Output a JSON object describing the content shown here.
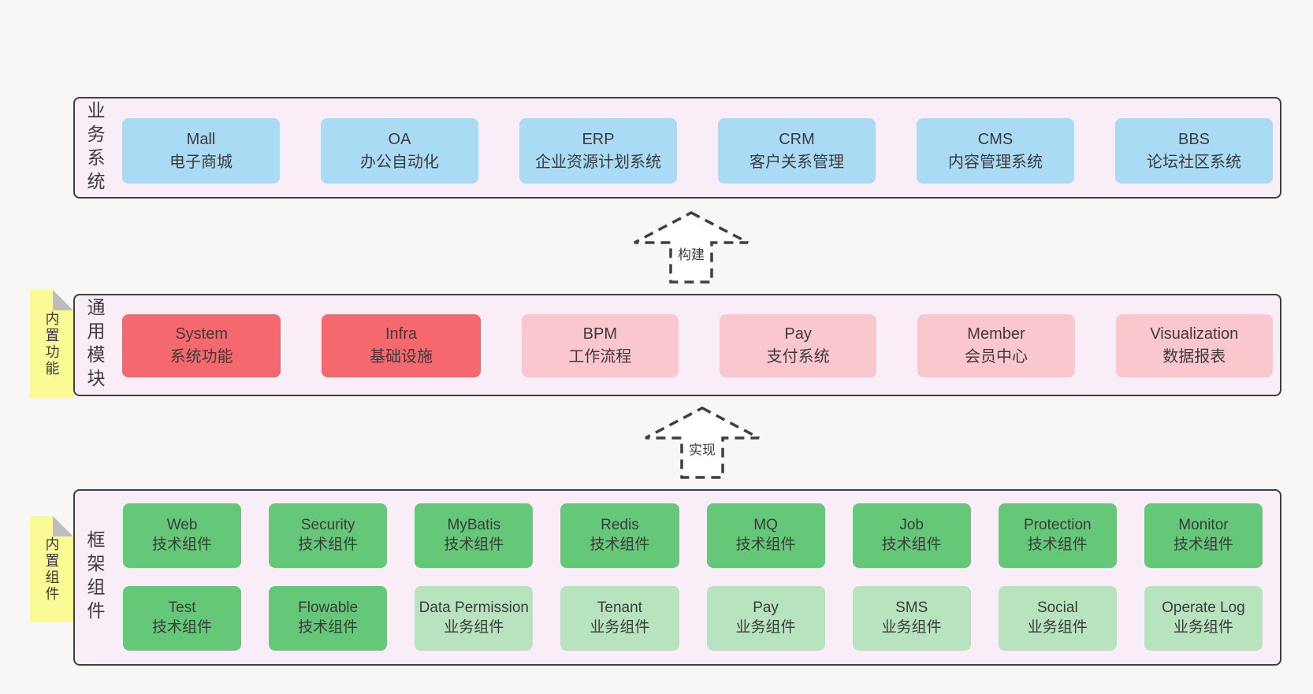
{
  "diagram": {
    "layers": [
      {
        "label": "业务系统",
        "boxes": [
          {
            "title": "Mall",
            "subtitle": "电子商城",
            "color": "blue"
          },
          {
            "title": "OA",
            "subtitle": "办公自动化",
            "color": "blue"
          },
          {
            "title": "ERP",
            "subtitle": "企业资源计划系统",
            "color": "blue"
          },
          {
            "title": "CRM",
            "subtitle": "客户关系管理",
            "color": "blue"
          },
          {
            "title": "CMS",
            "subtitle": "内容管理系统",
            "color": "blue"
          },
          {
            "title": "BBS",
            "subtitle": "论坛社区系统",
            "color": "blue"
          }
        ]
      },
      {
        "label": "通用模块",
        "note": "内置功能",
        "boxes": [
          {
            "title": "System",
            "subtitle": "系统功能",
            "color": "red"
          },
          {
            "title": "Infra",
            "subtitle": "基础设施",
            "color": "red"
          },
          {
            "title": "BPM",
            "subtitle": "工作流程",
            "color": "pink"
          },
          {
            "title": "Pay",
            "subtitle": "支付系统",
            "color": "pink"
          },
          {
            "title": "Member",
            "subtitle": "会员中心",
            "color": "pink"
          },
          {
            "title": "Visualization",
            "subtitle": "数据报表",
            "color": "pink"
          }
        ]
      },
      {
        "label": "框架组件",
        "note": "内置组件",
        "boxes": [
          {
            "title": "Web",
            "subtitle": "技术组件",
            "color": "green"
          },
          {
            "title": "Security",
            "subtitle": "技术组件",
            "color": "green"
          },
          {
            "title": "MyBatis",
            "subtitle": "技术组件",
            "color": "green"
          },
          {
            "title": "Redis",
            "subtitle": "技术组件",
            "color": "green"
          },
          {
            "title": "MQ",
            "subtitle": "技术组件",
            "color": "green"
          },
          {
            "title": "Job",
            "subtitle": "技术组件",
            "color": "green"
          },
          {
            "title": "Protection",
            "subtitle": "技术组件",
            "color": "green"
          },
          {
            "title": "Monitor",
            "subtitle": "技术组件",
            "color": "green"
          },
          {
            "title": "Test",
            "subtitle": "技术组件",
            "color": "green"
          },
          {
            "title": "Flowable",
            "subtitle": "技术组件",
            "color": "green"
          },
          {
            "title": "Data Permission",
            "subtitle": "业务组件",
            "color": "green_light"
          },
          {
            "title": "Tenant",
            "subtitle": "业务组件",
            "color": "green_light"
          },
          {
            "title": "Pay",
            "subtitle": "业务组件",
            "color": "green_light"
          },
          {
            "title": "SMS",
            "subtitle": "业务组件",
            "color": "green_light"
          },
          {
            "title": "Social",
            "subtitle": "业务组件",
            "color": "green_light"
          },
          {
            "title": "Operate Log",
            "subtitle": "业务组件",
            "color": "green_light"
          }
        ]
      }
    ],
    "arrows": [
      {
        "label": "构建"
      },
      {
        "label": "实现"
      }
    ],
    "colors": {
      "page_bg": "#f7f7f7",
      "layer_bg": "#f9eef8",
      "layer_border": "#3f3f3f",
      "blue": "#a9dbf4",
      "red": "#f5696e",
      "pink": "#fbc7cf",
      "green": "#64c878",
      "green_light": "#b7e4be",
      "note_yellow": "#fbfb96",
      "note_fold": "#bdbdbd",
      "text": "#3b3b3b"
    }
  }
}
